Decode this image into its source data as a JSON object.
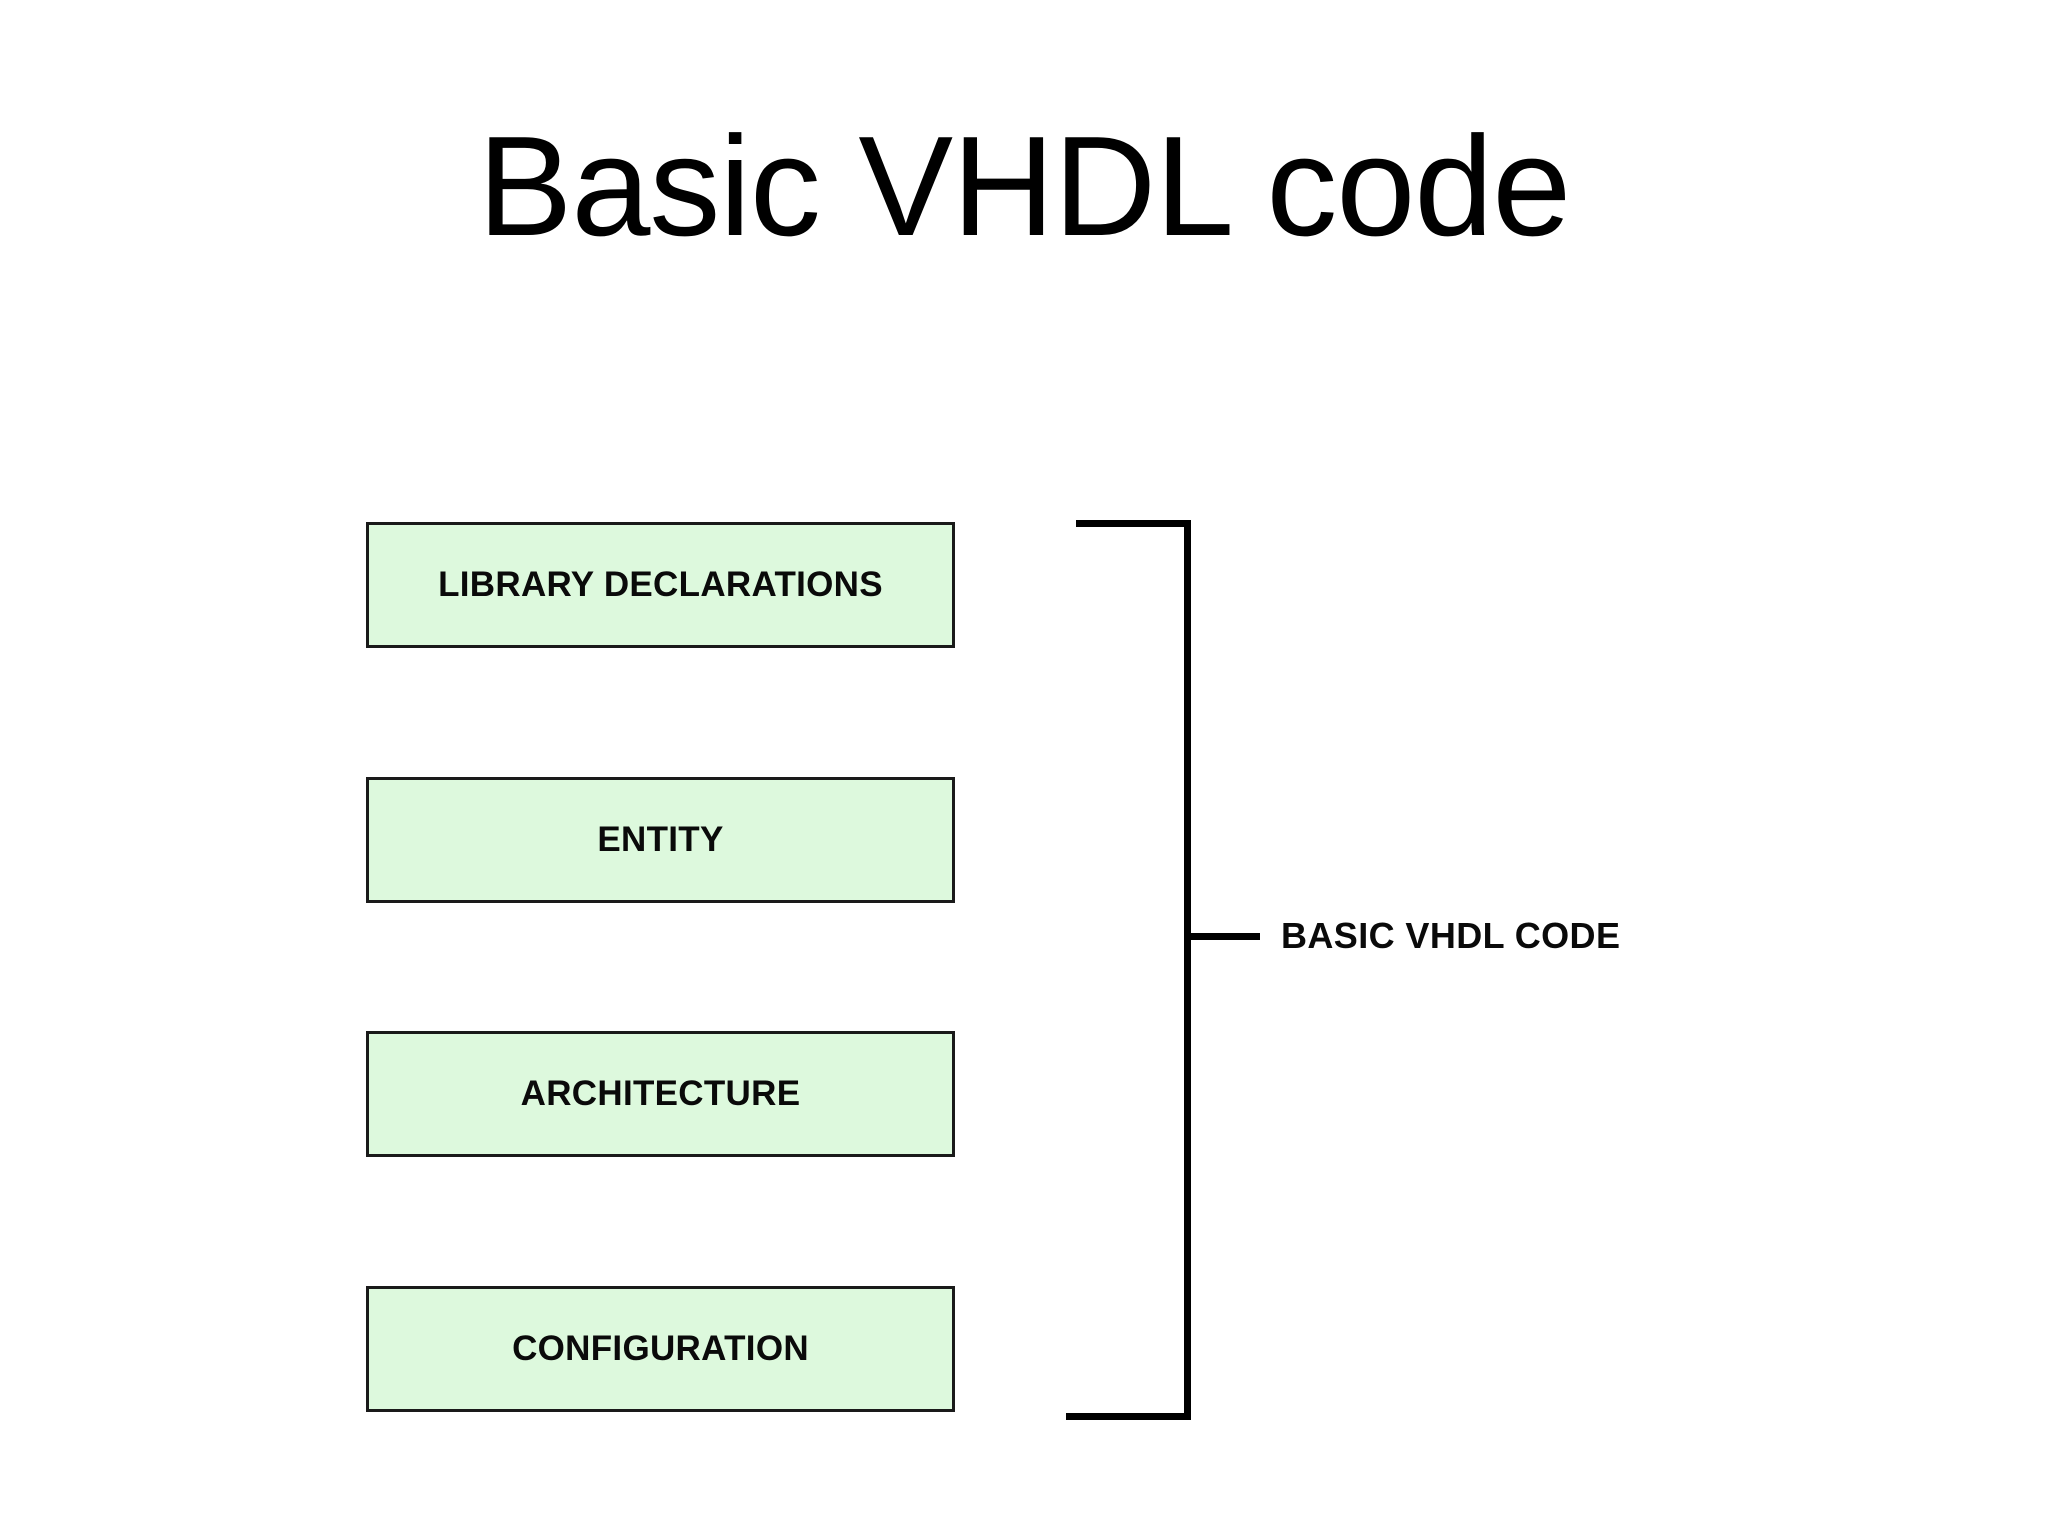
{
  "slide": {
    "title": "Basic VHDL code",
    "background_color": "#ffffff"
  },
  "diagram": {
    "type": "stacked-block-diagram",
    "box_fill_color": "#ddf9dd",
    "box_border_color": "#1a1a1a",
    "line_color": "#000000",
    "blocks": [
      {
        "label": "LIBRARY DECLARATIONS"
      },
      {
        "label": "ENTITY"
      },
      {
        "label": "ARCHITECTURE"
      },
      {
        "label": "CONFIGURATION"
      }
    ],
    "bracket": {
      "caption": "BASIC VHDL CODE",
      "spans_blocks": 4
    }
  }
}
